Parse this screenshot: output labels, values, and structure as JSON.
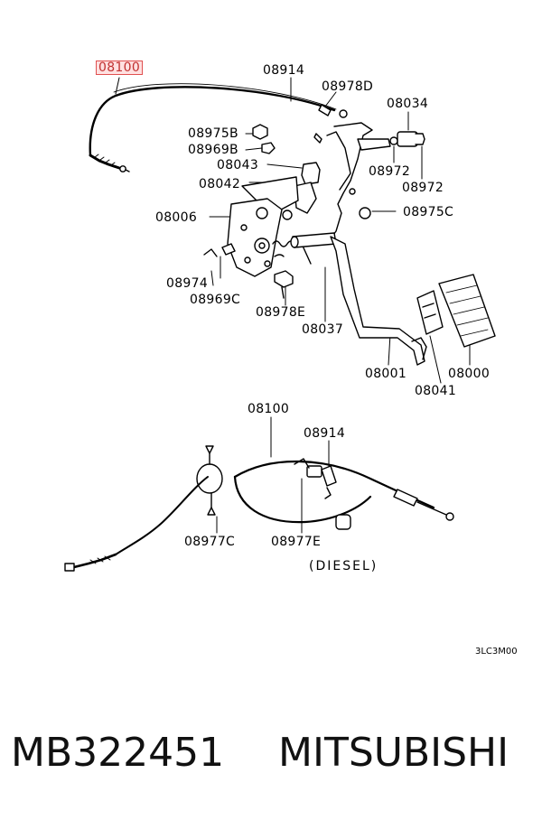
{
  "labels": {
    "l08100a": "08100",
    "l08914a": "08914",
    "l08978d": "08978D",
    "l08034": "08034",
    "l08975b": "08975B",
    "l08969b": "08969B",
    "l08043": "08043",
    "l08042": "08042",
    "l08972a": "08972",
    "l08972b": "08972",
    "l08006": "08006",
    "l08975c": "08975C",
    "l08974": "08974",
    "l08969c": "08969C",
    "l08978e": "08978E",
    "l08037": "08037",
    "l08001": "08001",
    "l08000": "08000",
    "l08041": "08041",
    "l08100b": "08100",
    "l08914b": "08914",
    "l08977c": "08977C",
    "l08977e": "08977E",
    "diesel": "(DIESEL)"
  },
  "diagram_code": "3LC3M00",
  "footer": {
    "part_number": "MB322451",
    "brand": "MITSUBISHI"
  },
  "colors": {
    "highlight_border": "#e05050",
    "highlight_fill": "#ffe0e0"
  }
}
